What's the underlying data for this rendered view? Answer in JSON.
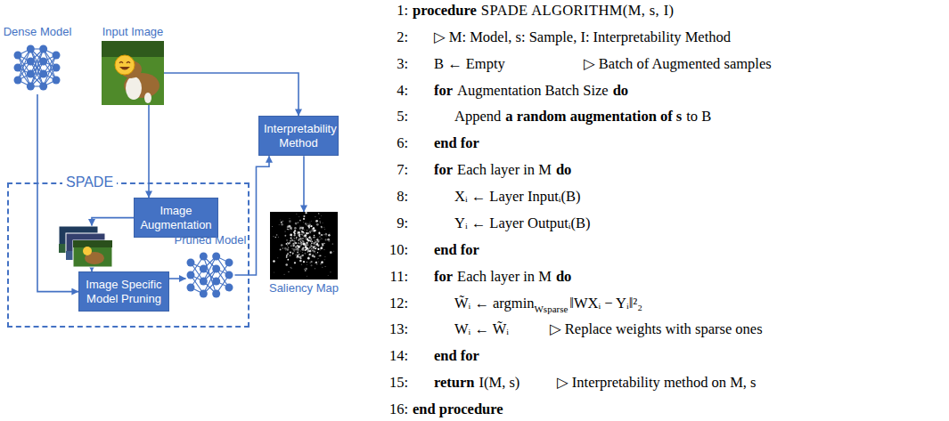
{
  "diagram": {
    "nodes": [
      {
        "text": [
          "Dense Model"
        ]
      },
      {
        "text": [
          "Input Image"
        ]
      },
      {
        "text": [
          "SPADE"
        ]
      },
      {
        "text": [
          "Image Augmentation"
        ],
        "in": 2
      },
      {
        "text": [
          "Image Specific Model Pruning"
        ],
        "in": 2
      },
      {
        "text": [
          "Pruned Model"
        ],
        "in": 2
      },
      {
        "text": [
          "Interpretability Method"
        ]
      },
      {
        "text": [
          "Saliency Map"
        ]
      }
    ],
    "edges": [
      {
        "from": 0,
        "to": 4,
        "arrow": "to"
      },
      {
        "from": 1,
        "to": 3,
        "arrow": "to"
      },
      {
        "from": 1,
        "to": 6,
        "arrow": "to"
      },
      {
        "from": 3,
        "to": 4,
        "arrow": "to"
      },
      {
        "from": 4,
        "to": 5,
        "arrow": "to"
      },
      {
        "from": 5,
        "to": 6,
        "arrow": "to"
      },
      {
        "from": 6,
        "to": 7,
        "arrow": "to"
      }
    ],
    "labels": [
      "1:",
      "procedure",
      "SPADE ALGORITHM(M, s, I)",
      "2:",
      "▷ M: Model, s: Sample, I: Interpretability Method",
      "3:",
      "B ← Empty",
      "▷ Batch of Augmented samples",
      "4:",
      "for",
      "Augmentation Batch Size",
      "do",
      "5:",
      "Append",
      "a random augmentation of s",
      "to B",
      "6:",
      "end for",
      "7:",
      "for",
      "Each layer in M",
      "do",
      "8:",
      "Xᵢ ← Layer Inputᵢ(B)",
      "9:",
      "Yᵢ ← Layer Outputᵢ(B)",
      "10:",
      "end for",
      "11:",
      "for",
      "Each layer in M",
      "do",
      "12:",
      "W̃ᵢ ← argmin",
      "Wsparse",
      "‖WXᵢ − Yᵢ‖²₂",
      "13:",
      "Wᵢ ← W̃ᵢ",
      "▷ Replace weights with sparse ones",
      "14:",
      "end for",
      "15:",
      "return",
      "I(M, s)",
      "▷ Interpretability method on M, s",
      "16:",
      "end procedure"
    ]
  }
}
